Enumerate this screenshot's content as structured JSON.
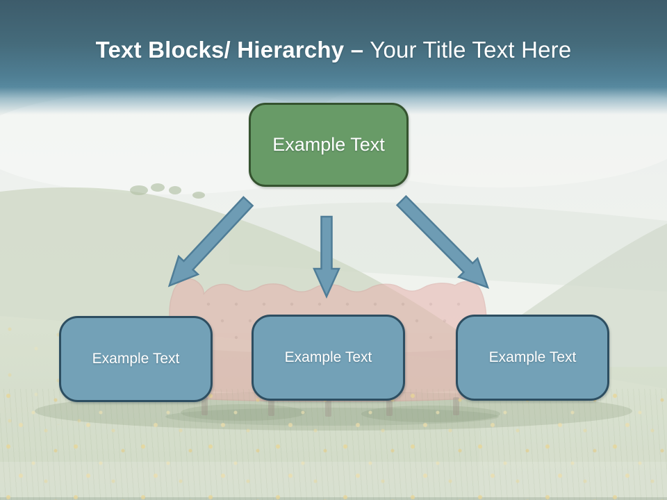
{
  "slide": {
    "title": {
      "bold": "Text Blocks/ Hierarchy –",
      "regular": "Your Title Text Here"
    },
    "hierarchy": {
      "root": {
        "label": "Example Text"
      },
      "children": [
        {
          "label": "Example Text"
        },
        {
          "label": "Example Text"
        },
        {
          "label": "Example Text"
        }
      ]
    },
    "icons": {
      "arrows": [
        "arrow-down-left",
        "arrow-down",
        "arrow-down-right"
      ]
    },
    "colors": {
      "header_top": "#3d5c6b",
      "header_bottom": "#57899f",
      "root_fill": "#689b67",
      "root_border": "#35532f",
      "child_fill": "#73a1b7",
      "child_border": "#2d4e61",
      "arrow_fill": "#6e9cb4",
      "arrow_border": "#4f7d97",
      "text": "#ffffff"
    }
  }
}
